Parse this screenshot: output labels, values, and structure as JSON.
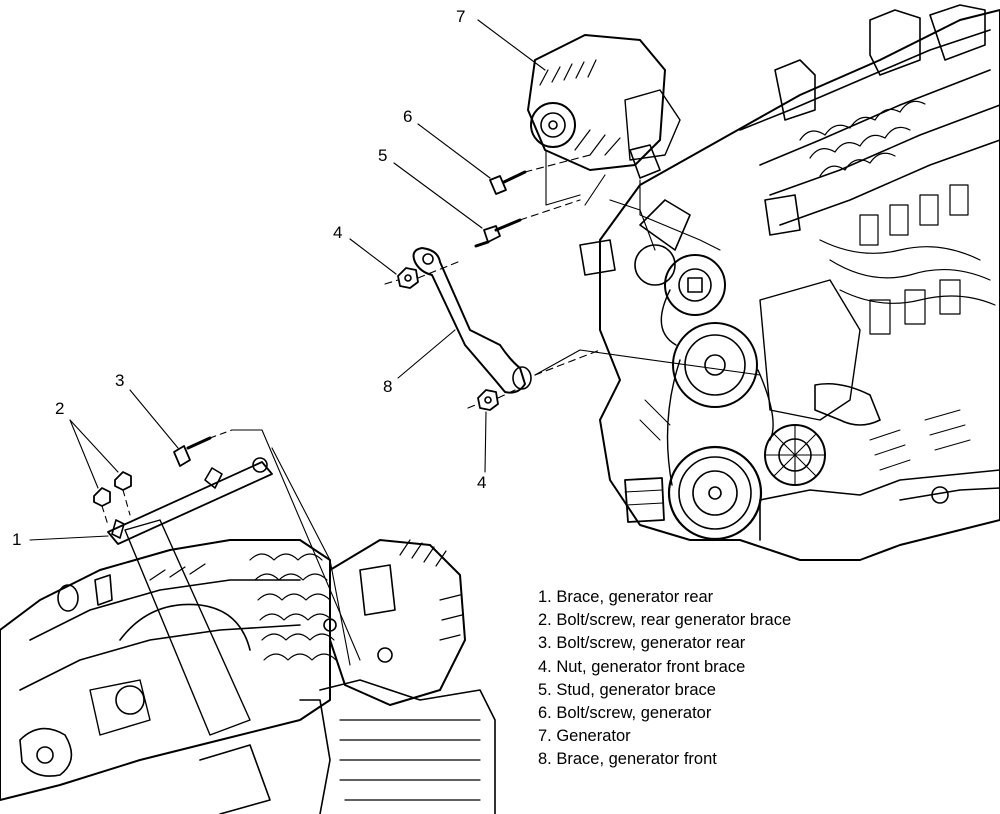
{
  "callouts": {
    "n1": "1",
    "n2": "2",
    "n3": "3",
    "n4_top": "4",
    "n4_bottom": "4",
    "n5": "5",
    "n6": "6",
    "n7": "7",
    "n8": "8"
  },
  "legend": [
    "1. Brace, generator rear",
    "2. Bolt/screw, rear generator brace",
    "3. Bolt/screw, generator rear",
    "4. Nut, generator front brace",
    "5. Stud, generator brace",
    "6. Bolt/screw, generator",
    "7. Generator",
    "8. Brace, generator front"
  ],
  "colors": {
    "ink": "#000000",
    "paper": "#ffffff"
  }
}
